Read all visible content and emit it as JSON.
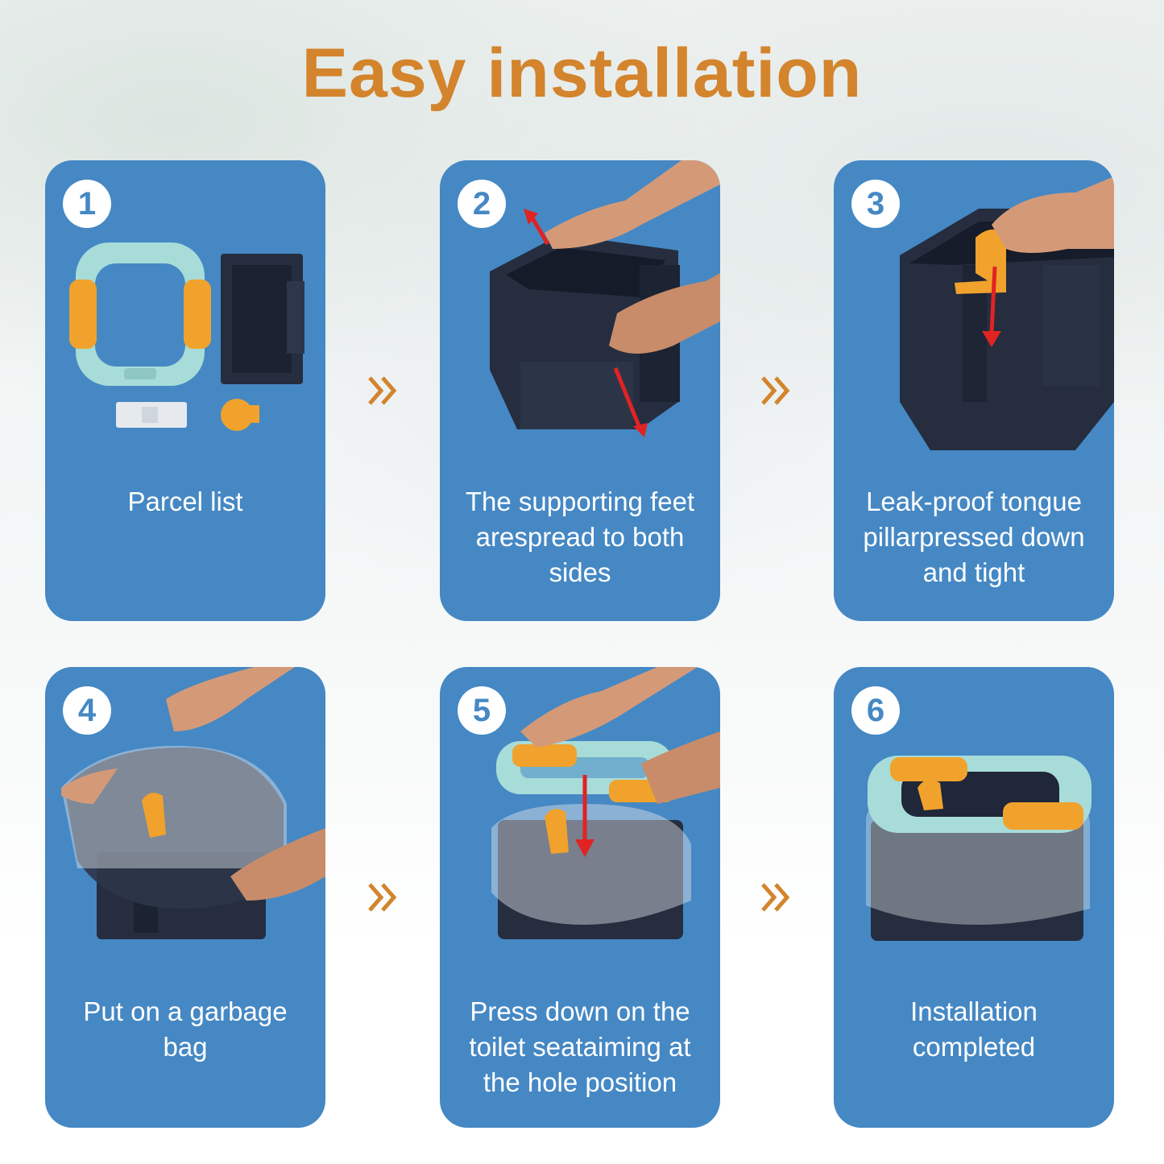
{
  "title": "Easy installation",
  "colors": {
    "title": "#d3842c",
    "card": "#4588c4",
    "potty_body": "#252d3f",
    "seat_mint": "#a8dcd8",
    "seat_orange": "#f0a22c",
    "arrow_red": "#e02323",
    "chevron": "#d3842c"
  },
  "steps": [
    {
      "number": "1",
      "caption_lines": [
        "Parcel list"
      ]
    },
    {
      "number": "2",
      "caption_lines": [
        "The supporting feet",
        "arespread to both",
        "sides"
      ]
    },
    {
      "number": "3",
      "caption_lines": [
        "Leak-proof tongue",
        "pillarpressed down",
        "and tight"
      ]
    },
    {
      "number": "4",
      "caption_lines": [
        "Put on a garbage",
        "bag"
      ]
    },
    {
      "number": "5",
      "caption_lines": [
        "Press down on the",
        "toilet seataiming at",
        "the hole position"
      ]
    },
    {
      "number": "6",
      "caption_lines": [
        "Installation",
        "completed"
      ]
    }
  ],
  "icons": [
    "double-chevron-right-icon"
  ]
}
